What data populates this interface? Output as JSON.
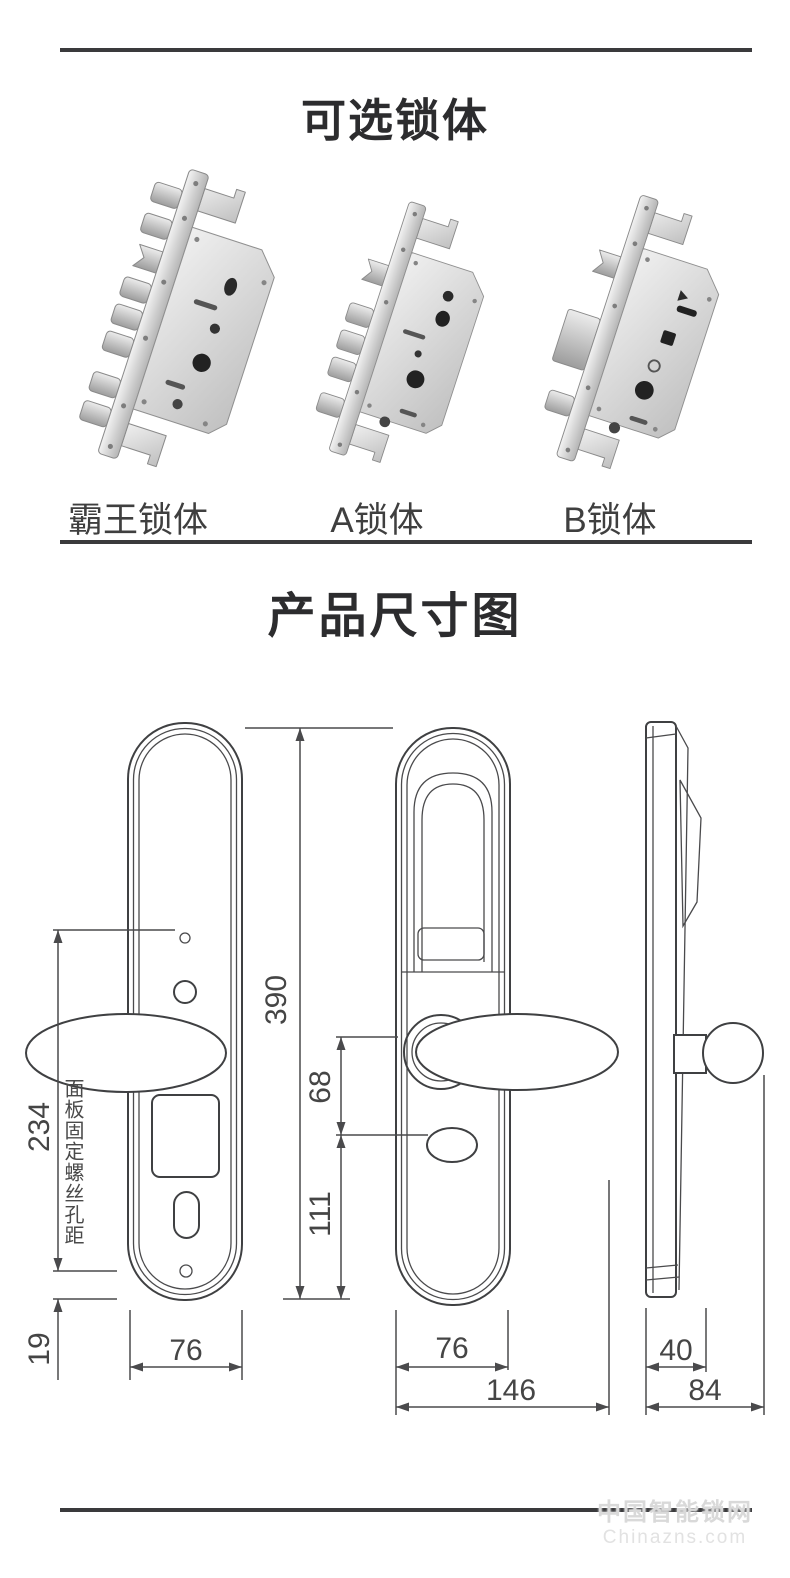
{
  "header": {
    "lock_section_title": "可选锁体",
    "dimension_section_title": "产品尺寸图"
  },
  "lock_bodies": [
    {
      "label": "霸王锁体",
      "icon": "bawang-lock-body-image"
    },
    {
      "label": "A锁体",
      "icon": "a-lock-body-image"
    },
    {
      "label": "B锁体",
      "icon": "b-lock-body-image"
    }
  ],
  "dimension_diagram": {
    "overall_height": "390",
    "screw_hole_spacing": "234",
    "screw_hole_note": "面板固定螺丝孔距",
    "bottom_screw_offset": "19",
    "front_width": "76",
    "handle_center_to_keyhole": "68",
    "keyhole_to_bottom": "111",
    "rear_width": "76",
    "rear_total_width": "146",
    "panel_thickness": "40",
    "total_depth": "84"
  },
  "watermark": {
    "line1": "中国智能锁网",
    "line2": "Chinazns.com"
  },
  "colors": {
    "divider": "#3a3a3c",
    "drawing_line": "#3f4042",
    "dimension_line": "#4a4a4c",
    "title": "#2c2c2e",
    "label": "#3f3f3f",
    "watermark": "#d9d9d9"
  }
}
